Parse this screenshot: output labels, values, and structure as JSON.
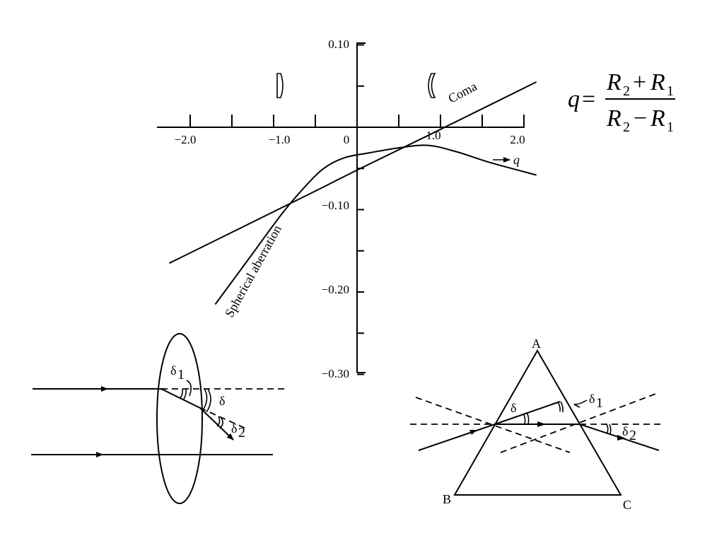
{
  "chart_data": {
    "type": "line",
    "x_ticks": [
      "−2.0",
      "−1.0",
      "0",
      "1.0",
      "2.0"
    ],
    "y_ticks": [
      "0.10",
      "−0.10",
      "−0.20",
      "−0.30"
    ],
    "x_axis_label": "q",
    "xlim": [
      -2.4,
      2.0
    ],
    "ylim": [
      -0.3,
      0.1
    ],
    "series": [
      {
        "name": "Coma",
        "points": [
          [
            -2.25,
            -0.165
          ],
          [
            -0.65,
            -0.085
          ],
          [
            0.0,
            -0.052
          ],
          [
            0.85,
            -0.01
          ],
          [
            2.15,
            0.055
          ]
        ]
      },
      {
        "name": "Spherical aberration",
        "points": [
          [
            -1.7,
            -0.215
          ],
          [
            -1.3,
            -0.16
          ],
          [
            -0.9,
            -0.105
          ],
          [
            -0.65,
            -0.075
          ],
          [
            -0.4,
            -0.05
          ],
          [
            -0.15,
            -0.037
          ],
          [
            0.15,
            -0.031
          ],
          [
            0.5,
            -0.025
          ],
          [
            0.85,
            -0.022
          ],
          [
            1.2,
            -0.03
          ],
          [
            1.6,
            -0.043
          ],
          [
            2.15,
            -0.058
          ]
        ]
      }
    ]
  },
  "formula": {
    "lhs": "q",
    "eq": "=",
    "num_a": "R",
    "num_a_sub": "2",
    "num_op": "+",
    "num_b": "R",
    "num_b_sub": "1",
    "den_a": "R",
    "den_a_sub": "2",
    "den_op": "−",
    "den_b": "R",
    "den_b_sub": "1"
  },
  "lens_diagram": {
    "delta": "δ",
    "delta1": "δ",
    "delta1_sub": "1",
    "delta2": "δ",
    "delta2_sub": "2"
  },
  "prism_diagram": {
    "vertex_a": "A",
    "vertex_b": "B",
    "vertex_c": "C",
    "delta": "δ",
    "delta1": "δ",
    "delta1_sub": "1",
    "delta2": "δ",
    "delta2_sub": "2"
  }
}
